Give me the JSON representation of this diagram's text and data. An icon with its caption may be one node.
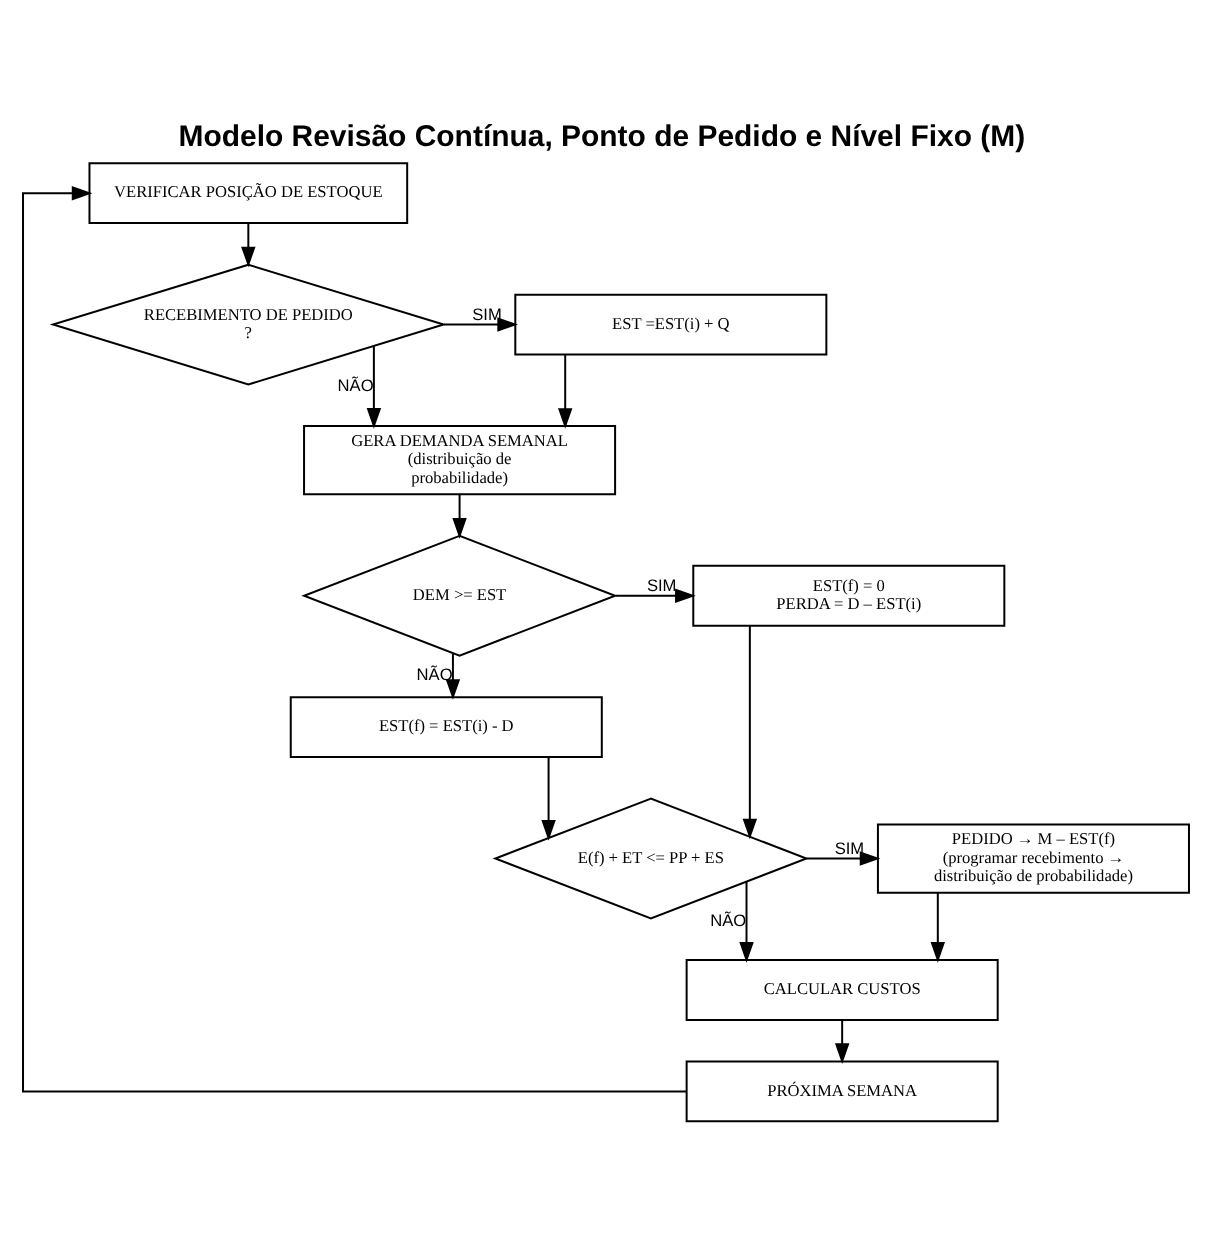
{
  "diagram": {
    "title": "Modelo Revisão Contínua, Ponto de Pedido e Nível Fixo (M)",
    "nodes": [
      {
        "text": [
          "VERIFICAR POSIÇÃO DE ESTOQUE"
        ]
      },
      {
        "text": [
          "RECEBIMENTO DE PEDIDO ?"
        ]
      },
      {
        "text": [
          "EST =EST(i) + Q"
        ]
      },
      {
        "text": [
          "GERA DEMANDA SEMANAL",
          "(distribuição de probabilidade)"
        ]
      },
      {
        "text": [
          "DEM >= EST"
        ]
      },
      {
        "text": [
          "EST(f) = 0",
          "PERDA = D – EST(i)"
        ]
      },
      {
        "text": [
          "EST(f) = EST(i) - D"
        ]
      },
      {
        "text": [
          "E(f) + ET <= PP + ES"
        ]
      },
      {
        "text": [
          "PEDIDO → M – EST(f)",
          "(programar recebimento → distribuição de probabilidade)"
        ]
      },
      {
        "text": [
          "CALCULAR CUSTOS"
        ]
      },
      {
        "text": [
          "PRÓXIMA SEMANA"
        ]
      }
    ],
    "edges": [
      {
        "from": 0,
        "to": 1,
        "arrow": "to"
      },
      {
        "from": 1,
        "to": 2,
        "arrow": "to",
        "label": "SIM"
      },
      {
        "from": 1,
        "to": 3,
        "arrow": "to",
        "label": "NÃO"
      },
      {
        "from": 2,
        "to": 3,
        "arrow": "to"
      },
      {
        "from": 3,
        "to": 4,
        "arrow": "to"
      },
      {
        "from": 4,
        "to": 5,
        "arrow": "to",
        "label": "SIM"
      },
      {
        "from": 4,
        "to": 6,
        "arrow": "to",
        "label": "NÃO"
      },
      {
        "from": 6,
        "to": 7,
        "arrow": "to"
      },
      {
        "from": 5,
        "to": 7,
        "arrow": "to"
      },
      {
        "from": 7,
        "to": 8,
        "arrow": "to",
        "label": "SIM"
      },
      {
        "from": 7,
        "to": 9,
        "arrow": "to",
        "label": "NÃO"
      },
      {
        "from": 8,
        "to": 9,
        "arrow": "to"
      },
      {
        "from": 9,
        "to": 10,
        "arrow": "to"
      },
      {
        "from": 10,
        "to": 0,
        "arrow": "to"
      }
    ]
  }
}
